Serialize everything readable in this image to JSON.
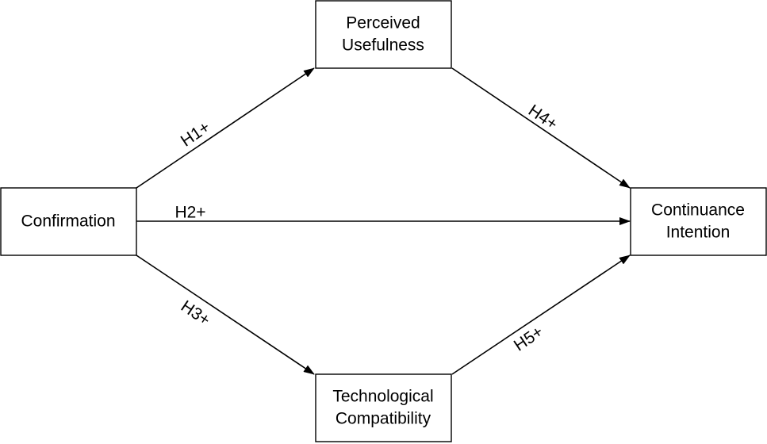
{
  "nodes": {
    "confirmation": {
      "lines": [
        "Confirmation"
      ]
    },
    "perceived_usefulness": {
      "lines": [
        "Perceived",
        "Usefulness"
      ]
    },
    "continuance_intention": {
      "lines": [
        "Continuance",
        "Intention"
      ]
    },
    "technological_compatibility": {
      "lines": [
        "Technological",
        "Compatibility"
      ]
    }
  },
  "edges": {
    "h1": {
      "from": "Confirmation",
      "to": "Perceived Usefulness",
      "label": "H1+"
    },
    "h2": {
      "from": "Confirmation",
      "to": "Continuance Intention",
      "label": "H2+"
    },
    "h3": {
      "from": "Confirmation",
      "to": "Technological Compatibility",
      "label": "H3+"
    },
    "h4": {
      "from": "Perceived Usefulness",
      "to": "Continuance Intention",
      "label": "H4+"
    },
    "h5": {
      "from": "Technological Compatibility",
      "to": "Continuance Intention",
      "label": "H5+"
    }
  }
}
